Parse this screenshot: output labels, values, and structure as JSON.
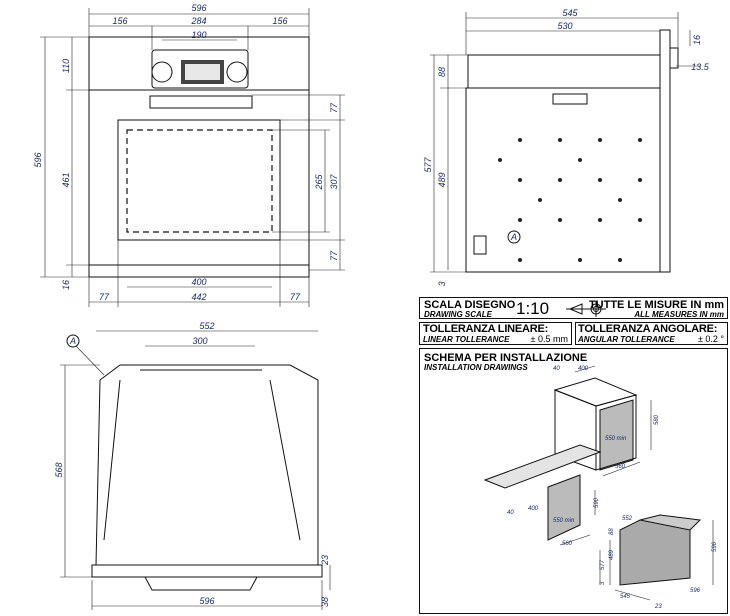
{
  "front_view": {
    "width_total": "596",
    "side_left": "156",
    "center": "284",
    "side_right": "156",
    "display": "190",
    "height_total": "596",
    "panel_h": "110",
    "body_h": "461",
    "bottom_h": "16",
    "right_top": "77",
    "window_inner_h": "265",
    "window_outer_h": "307",
    "right_bottom": "77",
    "window_inner_w": "400",
    "window_outer_w": "442",
    "bottom_left": "77",
    "bottom_right": "77"
  },
  "side_view": {
    "depth_total": "545",
    "depth_body": "530",
    "front_thick": "16",
    "offset": "13.5",
    "top_h": "88",
    "total_h": "577",
    "body_h": "489",
    "bottom_gap": "3",
    "detail": "A"
  },
  "top_view": {
    "width_body": "552",
    "width_inner": "300",
    "detail": "A",
    "depth": "568",
    "front_thick": "23",
    "handle_depth": "38",
    "width_front": "596"
  },
  "title_block": {
    "scale_label": "SCALA DISEGNO",
    "scale_label_en": "DRAWING SCALE",
    "scale_value": "1:10",
    "measures_label": "TUTTE LE MISURE IN mm",
    "measures_label_en": "ALL MEASURES IN mm",
    "linear_label": "TOLLERANZA LINEARE:",
    "linear_value": "± 0.5 mm",
    "linear_label_en": "LINEAR TOLLERANCE",
    "angular_label": "TOLLERANZA ANGOLARE:",
    "angular_value": "± 0.2 °",
    "angular_label_en": "ANGULAR TOLLERANCE",
    "install_label": "SCHEMA PER INSTALLAZIONE",
    "install_label_en": "INSTALLATION DRAWINGS"
  },
  "installation": {
    "upper_gap": "40",
    "upper_depth": "400",
    "upper_h": "580",
    "upper_min": "550 min",
    "upper_w": "560",
    "lower_gap": "40",
    "lower_depth": "400",
    "lower_h": "590",
    "lower_min": "550 min",
    "lower_w": "560",
    "oven_w": "552",
    "oven_top": "88",
    "oven_body": "489",
    "oven_h": "577",
    "oven_gap": "3",
    "oven_depth": "545",
    "oven_front": "23",
    "oven_front_w": "596",
    "oven_front_h": "596"
  }
}
